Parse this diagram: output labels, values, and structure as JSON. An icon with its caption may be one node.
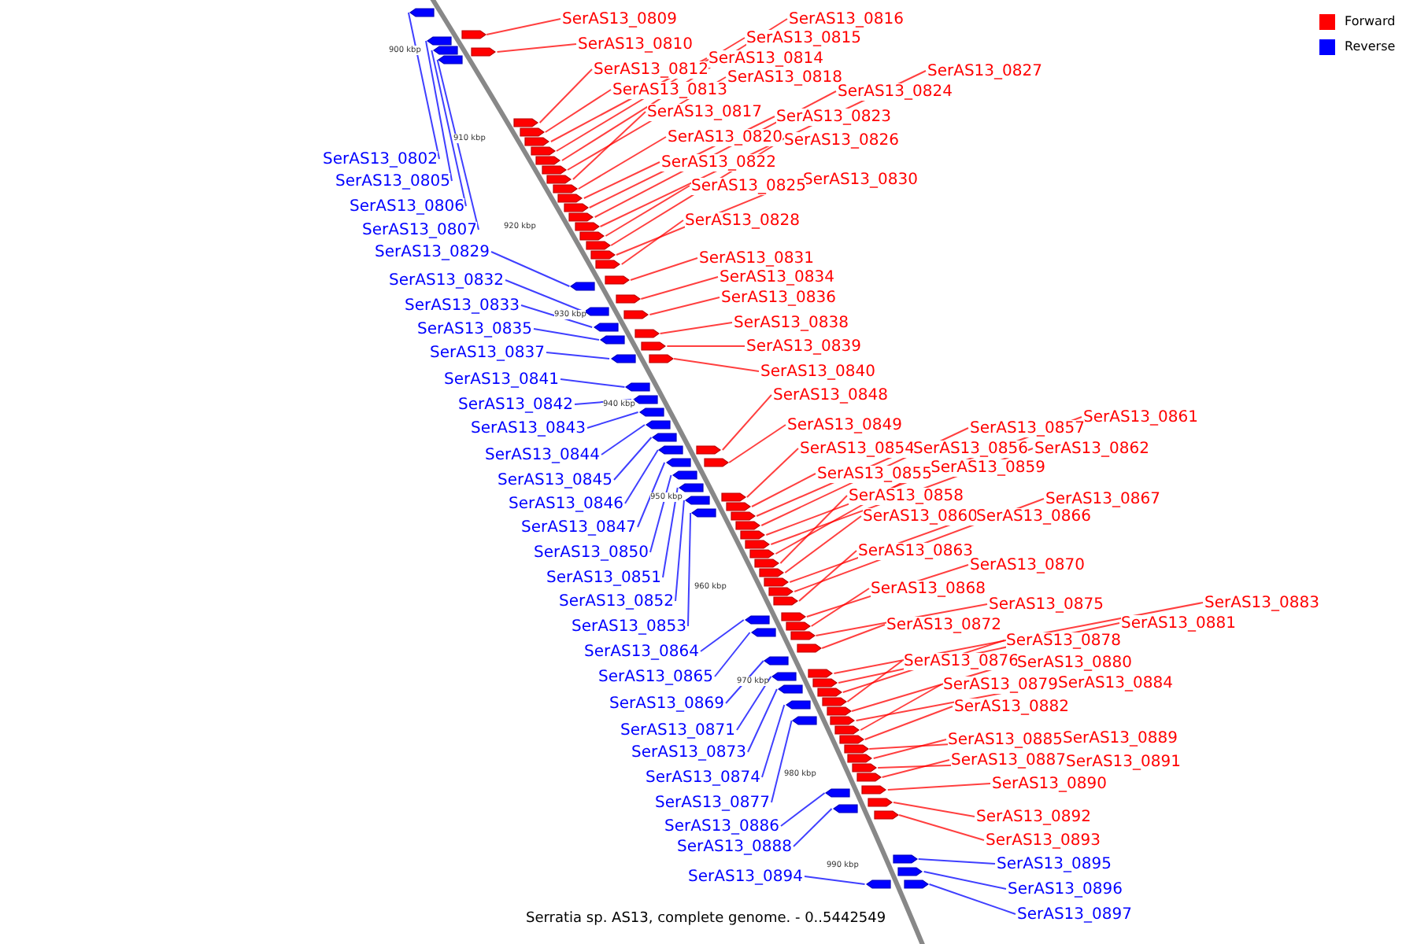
{
  "diagram": {
    "caption": "Serratia sp. AS13, complete genome. - 0..5442549",
    "nodes": [
      {
        "text": [
          "SerAS13_0809"
        ]
      },
      {
        "text": [
          "SerAS13_0816"
        ]
      },
      {
        "text": [
          "SerAS13_0815"
        ]
      },
      {
        "text": [
          "SerAS13_0810"
        ]
      },
      {
        "text": [
          "SerAS13_0814"
        ]
      },
      {
        "text": [
          "SerAS13_0812"
        ]
      },
      {
        "text": [
          "SerAS13_0827"
        ]
      },
      {
        "text": [
          "SerAS13_0818"
        ]
      },
      {
        "text": [
          "SerAS13_0813"
        ]
      },
      {
        "text": [
          "SerAS13_0824"
        ]
      },
      {
        "text": [
          "SerAS13_0817"
        ]
      },
      {
        "text": [
          "SerAS13_0823"
        ]
      },
      {
        "text": [
          "SerAS13_0820"
        ]
      },
      {
        "text": [
          "SerAS13_0826"
        ]
      },
      {
        "text": [
          "SerAS13_0802"
        ]
      },
      {
        "text": [
          "SerAS13_0822"
        ]
      },
      {
        "text": [
          "SerAS13_0830"
        ]
      },
      {
        "text": [
          "SerAS13_0805"
        ]
      },
      {
        "text": [
          "SerAS13_0825"
        ]
      },
      {
        "text": [
          "SerAS13_0806"
        ]
      },
      {
        "text": [
          "SerAS13_0828"
        ]
      },
      {
        "text": [
          "SerAS13_0807"
        ]
      },
      {
        "text": [
          "SerAS13_0829"
        ]
      },
      {
        "text": [
          "SerAS13_0831"
        ]
      },
      {
        "text": [
          "SerAS13_0834"
        ]
      },
      {
        "text": [
          "SerAS13_0832"
        ]
      },
      {
        "text": [
          "SerAS13_0836"
        ]
      },
      {
        "text": [
          "SerAS13_0833"
        ]
      },
      {
        "text": [
          "SerAS13_0838"
        ]
      },
      {
        "text": [
          "SerAS13_0835"
        ]
      },
      {
        "text": [
          "SerAS13_0839"
        ]
      },
      {
        "text": [
          "SerAS13_0837"
        ]
      },
      {
        "text": [
          "SerAS13_0840"
        ]
      },
      {
        "text": [
          "SerAS13_0841"
        ]
      },
      {
        "text": [
          "SerAS13_0848"
        ]
      },
      {
        "text": [
          "SerAS13_0842"
        ]
      },
      {
        "text": [
          "SerAS13_0861"
        ]
      },
      {
        "text": [
          "SerAS13_0849"
        ]
      },
      {
        "text": [
          "SerAS13_0843"
        ]
      },
      {
        "text": [
          "SerAS13_0857"
        ]
      },
      {
        "text": [
          "SerAS13_0854"
        ]
      },
      {
        "text": [
          "SerAS13_0856"
        ]
      },
      {
        "text": [
          "SerAS13_0862"
        ]
      },
      {
        "text": [
          "SerAS13_0844"
        ]
      },
      {
        "text": [
          "SerAS13_0859"
        ]
      },
      {
        "text": [
          "SerAS13_0855"
        ]
      },
      {
        "text": [
          "SerAS13_0845"
        ]
      },
      {
        "text": [
          "SerAS13_0858"
        ]
      },
      {
        "text": [
          "SerAS13_0867"
        ]
      },
      {
        "text": [
          "SerAS13_0846"
        ]
      },
      {
        "text": [
          "SerAS13_0860"
        ]
      },
      {
        "text": [
          "SerAS13_0866"
        ]
      },
      {
        "text": [
          "SerAS13_0847"
        ]
      },
      {
        "text": [
          "SerAS13_0863"
        ]
      },
      {
        "text": [
          "SerAS13_0850"
        ]
      },
      {
        "text": [
          "SerAS13_0870"
        ]
      },
      {
        "text": [
          "SerAS13_0851"
        ]
      },
      {
        "text": [
          "SerAS13_0868"
        ]
      },
      {
        "text": [
          "SerAS13_0852"
        ]
      },
      {
        "text": [
          "SerAS13_0883"
        ]
      },
      {
        "text": [
          "SerAS13_0875"
        ]
      },
      {
        "text": [
          "SerAS13_0881"
        ]
      },
      {
        "text": [
          "SerAS13_0872"
        ]
      },
      {
        "text": [
          "SerAS13_0853"
        ]
      },
      {
        "text": [
          "SerAS13_0878"
        ]
      },
      {
        "text": [
          "SerAS13_0864"
        ]
      },
      {
        "text": [
          "SerAS13_0876"
        ]
      },
      {
        "text": [
          "SerAS13_0880"
        ]
      },
      {
        "text": [
          "SerAS13_0865"
        ]
      },
      {
        "text": [
          "SerAS13_0884"
        ]
      },
      {
        "text": [
          "SerAS13_0879"
        ]
      },
      {
        "text": [
          "SerAS13_0869"
        ]
      },
      {
        "text": [
          "SerAS13_0882"
        ]
      },
      {
        "text": [
          "SerAS13_0871"
        ]
      },
      {
        "text": [
          "SerAS13_0889"
        ]
      },
      {
        "text": [
          "SerAS13_0885"
        ]
      },
      {
        "text": [
          "SerAS13_0873"
        ]
      },
      {
        "text": [
          "SerAS13_0887"
        ]
      },
      {
        "text": [
          "SerAS13_0891"
        ]
      },
      {
        "text": [
          "SerAS13_0874"
        ]
      },
      {
        "text": [
          "SerAS13_0890"
        ]
      },
      {
        "text": [
          "SerAS13_0877"
        ]
      },
      {
        "text": [
          "SerAS13_0892"
        ]
      },
      {
        "text": [
          "SerAS13_0886"
        ]
      },
      {
        "text": [
          "SerAS13_0893"
        ]
      },
      {
        "text": [
          "SerAS13_0888"
        ]
      },
      {
        "text": [
          "SerAS13_0895"
        ]
      },
      {
        "text": [
          "SerAS13_0894"
        ]
      },
      {
        "text": [
          "SerAS13_0896"
        ]
      },
      {
        "text": [
          "SerAS13_0897"
        ]
      },
      {
        "text": [],
        "shape": "pentagon"
      },
      {
        "text": [],
        "shape": "pentagon"
      },
      {
        "text": [],
        "shape": "pentagon"
      },
      {
        "text": [],
        "shape": "pentagon"
      },
      {
        "text": [],
        "shape": "pentagon"
      },
      {
        "text": [],
        "shape": "pentagon"
      },
      {
        "text": [],
        "shape": "pentagon"
      },
      {
        "text": [],
        "shape": "pentagon"
      },
      {
        "text": [],
        "shape": "pentagon"
      },
      {
        "text": [],
        "shape": "pentagon"
      },
      {
        "text": [],
        "shape": "pentagon"
      },
      {
        "text": [],
        "shape": "pentagon"
      },
      {
        "text": [],
        "shape": "pentagon"
      },
      {
        "text": [],
        "shape": "pentagon"
      },
      {
        "text": [],
        "shape": "pentagon"
      },
      {
        "text": [],
        "shape": "pentagon"
      },
      {
        "text": [],
        "shape": "pentagon"
      },
      {
        "text": [],
        "shape": "pentagon"
      },
      {
        "text": [],
        "shape": "pentagon"
      },
      {
        "text": [],
        "shape": "pentagon"
      },
      {
        "text": [],
        "shape": "pentagon"
      },
      {
        "text": [],
        "shape": "pentagon"
      },
      {
        "text": [],
        "shape": "pentagon"
      },
      {
        "text": [],
        "shape": "pentagon"
      },
      {
        "text": [],
        "shape": "pentagon"
      },
      {
        "text": [],
        "shape": "pentagon"
      },
      {
        "text": [],
        "shape": "pentagon"
      },
      {
        "text": [],
        "shape": "pentagon"
      },
      {
        "text": [],
        "shape": "pentagon"
      },
      {
        "text": [],
        "shape": "pentagon"
      },
      {
        "text": [],
        "shape": "pentagon"
      },
      {
        "text": [],
        "shape": "pentagon"
      },
      {
        "text": [],
        "shape": "pentagon"
      },
      {
        "text": [],
        "shape": "pentagon"
      },
      {
        "text": [],
        "shape": "pentagon"
      },
      {
        "text": [],
        "shape": "pentagon"
      },
      {
        "text": [],
        "shape": "pentagon"
      },
      {
        "text": [],
        "shape": "pentagon"
      },
      {
        "text": [],
        "shape": "pentagon"
      },
      {
        "text": [],
        "shape": "pentagon"
      },
      {
        "text": [],
        "shape": "pentagon"
      },
      {
        "text": [],
        "shape": "pentagon"
      },
      {
        "text": [],
        "shape": "pentagon"
      },
      {
        "text": [],
        "shape": "pentagon"
      },
      {
        "text": [],
        "shape": "pentagon"
      },
      {
        "text": [],
        "shape": "pentagon"
      },
      {
        "text": [],
        "shape": "pentagon"
      },
      {
        "text": [],
        "shape": "pentagon"
      },
      {
        "text": [],
        "shape": "pentagon"
      },
      {
        "text": [],
        "shape": "pentagon"
      },
      {
        "text": [],
        "shape": "pentagon"
      },
      {
        "text": [],
        "shape": "pentagon"
      },
      {
        "text": [],
        "shape": "pentagon"
      },
      {
        "text": [],
        "shape": "pentagon"
      },
      {
        "text": [],
        "shape": "pentagon"
      },
      {
        "text": [],
        "shape": "pentagon"
      },
      {
        "text": [],
        "shape": "pentagon"
      },
      {
        "text": [],
        "shape": "pentagon"
      },
      {
        "text": [],
        "shape": "pentagon"
      },
      {
        "text": [],
        "shape": "pentagon"
      },
      {
        "text": [],
        "shape": "pentagon"
      },
      {
        "text": [],
        "shape": "pentagon"
      },
      {
        "text": [],
        "shape": "pentagon"
      },
      {
        "text": [],
        "shape": "pentagon"
      },
      {
        "text": [],
        "shape": "pentagon"
      },
      {
        "text": [],
        "shape": "pentagon"
      },
      {
        "text": [],
        "shape": "pentagon"
      },
      {
        "text": [],
        "shape": "pentagon"
      },
      {
        "text": [],
        "shape": "pentagon"
      },
      {
        "text": [],
        "shape": "pentagon"
      },
      {
        "text": [],
        "shape": "pentagon"
      },
      {
        "text": [],
        "shape": "pentagon"
      },
      {
        "text": [],
        "shape": "pentagon"
      },
      {
        "text": [],
        "shape": "pentagon"
      },
      {
        "text": [],
        "shape": "pentagon"
      },
      {
        "text": [],
        "shape": "pentagon"
      },
      {
        "text": [],
        "shape": "pentagon"
      },
      {
        "text": [],
        "shape": "pentagon"
      },
      {
        "text": [],
        "shape": "pentagon"
      },
      {
        "text": [],
        "shape": "pentagon"
      },
      {
        "text": [],
        "shape": "pentagon"
      },
      {
        "text": [],
        "shape": "pentagon"
      },
      {
        "text": [],
        "shape": "pentagon"
      },
      {
        "text": [],
        "shape": "pentagon"
      },
      {
        "text": [],
        "shape": "pentagon"
      },
      {
        "text": [],
        "shape": "pentagon"
      },
      {
        "text": [],
        "shape": "pentagon"
      },
      {
        "text": [],
        "shape": "pentagon"
      },
      {
        "text": [],
        "shape": "pentagon"
      },
      {
        "text": [],
        "shape": "pentagon"
      }
    ],
    "edges": [
      {
        "from": 0,
        "to": 91,
        "arrow": "none"
      },
      {
        "from": 1,
        "to": 100,
        "arrow": "none"
      },
      {
        "from": 2,
        "to": 99,
        "arrow": "none"
      },
      {
        "from": 3,
        "to": 94,
        "arrow": "none"
      },
      {
        "from": 4,
        "to": 98,
        "arrow": "none"
      },
      {
        "from": 5,
        "to": 96,
        "arrow": "none"
      },
      {
        "from": 6,
        "to": 107,
        "arrow": "none"
      },
      {
        "from": 7,
        "to": 101,
        "arrow": "none"
      },
      {
        "from": 8,
        "to": 97,
        "arrow": "none"
      },
      {
        "from": 9,
        "to": 106,
        "arrow": "none"
      },
      {
        "from": 10,
        "to": 102,
        "arrow": "none"
      },
      {
        "from": 11,
        "to": 105,
        "arrow": "none"
      },
      {
        "from": 12,
        "to": 103,
        "arrow": "none"
      },
      {
        "from": 13,
        "to": 109,
        "arrow": "none"
      },
      {
        "from": 14,
        "to": 90,
        "arrow": "none",
        "color": "#0000ff"
      },
      {
        "from": 15,
        "to": 104,
        "arrow": "none"
      },
      {
        "from": 16,
        "to": 110,
        "arrow": "none"
      },
      {
        "from": 17,
        "to": 92,
        "arrow": "none",
        "color": "#0000ff"
      },
      {
        "from": 18,
        "to": 108,
        "arrow": "none"
      },
      {
        "from": 19,
        "to": 93,
        "arrow": "none",
        "color": "#0000ff"
      },
      {
        "from": 20,
        "to": 111,
        "arrow": "none"
      },
      {
        "from": 21,
        "to": 95,
        "arrow": "none",
        "color": "#0000ff"
      },
      {
        "from": 22,
        "to": 113,
        "arrow": "none",
        "color": "#0000ff"
      },
      {
        "from": 23,
        "to": 112,
        "arrow": "none"
      },
      {
        "from": 24,
        "to": 114,
        "arrow": "none"
      },
      {
        "from": 25,
        "to": 115,
        "arrow": "none",
        "color": "#0000ff"
      },
      {
        "from": 26,
        "to": 116,
        "arrow": "none"
      },
      {
        "from": 27,
        "to": 117,
        "arrow": "none",
        "color": "#0000ff"
      },
      {
        "from": 28,
        "to": 118,
        "arrow": "none"
      },
      {
        "from": 29,
        "to": 119,
        "arrow": "none",
        "color": "#0000ff"
      },
      {
        "from": 30,
        "to": 120,
        "arrow": "none"
      },
      {
        "from": 31,
        "to": 121,
        "arrow": "none",
        "color": "#0000ff"
      },
      {
        "from": 32,
        "to": 122,
        "arrow": "none"
      },
      {
        "from": 33,
        "to": 123,
        "arrow": "none",
        "color": "#0000ff"
      },
      {
        "from": 34,
        "to": 128,
        "arrow": "none"
      },
      {
        "from": 35,
        "to": 124,
        "arrow": "none",
        "color": "#0000ff"
      },
      {
        "from": 36,
        "to": 140,
        "arrow": "none"
      },
      {
        "from": 37,
        "to": 130,
        "arrow": "none"
      },
      {
        "from": 38,
        "to": 125,
        "arrow": "none",
        "color": "#0000ff"
      },
      {
        "from": 39,
        "to": 139,
        "arrow": "none"
      },
      {
        "from": 40,
        "to": 134,
        "arrow": "none"
      },
      {
        "from": 41,
        "to": 138,
        "arrow": "none"
      },
      {
        "from": 42,
        "to": 141,
        "arrow": "none"
      },
      {
        "from": 43,
        "to": 126,
        "arrow": "none",
        "color": "#0000ff"
      },
      {
        "from": 44,
        "to": 142,
        "arrow": "none"
      },
      {
        "from": 45,
        "to": 136,
        "arrow": "none"
      },
      {
        "from": 46,
        "to": 127,
        "arrow": "none",
        "color": "#0000ff"
      },
      {
        "from": 47,
        "to": 143,
        "arrow": "none"
      },
      {
        "from": 48,
        "to": 146,
        "arrow": "none"
      },
      {
        "from": 49,
        "to": 129,
        "arrow": "none",
        "color": "#0000ff"
      },
      {
        "from": 50,
        "to": 144,
        "arrow": "none"
      },
      {
        "from": 51,
        "to": 145,
        "arrow": "none"
      },
      {
        "from": 52,
        "to": 131,
        "arrow": "none",
        "color": "#0000ff"
      },
      {
        "from": 53,
        "to": 147,
        "arrow": "none"
      },
      {
        "from": 54,
        "to": 132,
        "arrow": "none",
        "color": "#0000ff"
      },
      {
        "from": 55,
        "to": 148,
        "arrow": "none"
      },
      {
        "from": 56,
        "to": 133,
        "arrow": "none",
        "color": "#0000ff"
      },
      {
        "from": 57,
        "to": 150,
        "arrow": "none"
      },
      {
        "from": 58,
        "to": 135,
        "arrow": "none",
        "color": "#0000ff"
      },
      {
        "from": 59,
        "to": 155,
        "arrow": "none"
      },
      {
        "from": 60,
        "to": 152,
        "arrow": "none"
      },
      {
        "from": 61,
        "to": 157,
        "arrow": "none"
      },
      {
        "from": 62,
        "to": 153,
        "arrow": "none"
      },
      {
        "from": 63,
        "to": 137,
        "arrow": "none",
        "color": "#0000ff"
      },
      {
        "from": 64,
        "to": 159,
        "arrow": "none"
      },
      {
        "from": 65,
        "to": 149,
        "arrow": "none",
        "color": "#0000ff"
      },
      {
        "from": 66,
        "to": 160,
        "arrow": "none"
      },
      {
        "from": 67,
        "to": 162,
        "arrow": "none"
      },
      {
        "from": 68,
        "to": 151,
        "arrow": "none",
        "color": "#0000ff"
      },
      {
        "from": 69,
        "to": 163,
        "arrow": "none"
      },
      {
        "from": 70,
        "to": 165,
        "arrow": "none"
      },
      {
        "from": 71,
        "to": 154,
        "arrow": "none",
        "color": "#0000ff"
      },
      {
        "from": 72,
        "to": 166,
        "arrow": "none"
      },
      {
        "from": 73,
        "to": 156,
        "arrow": "none",
        "color": "#0000ff"
      },
      {
        "from": 74,
        "to": 167,
        "arrow": "none"
      },
      {
        "from": 75,
        "to": 168,
        "arrow": "none"
      },
      {
        "from": 76,
        "to": 158,
        "arrow": "none",
        "color": "#0000ff"
      },
      {
        "from": 77,
        "to": 170,
        "arrow": "none"
      },
      {
        "from": 78,
        "to": 169,
        "arrow": "none"
      },
      {
        "from": 79,
        "to": 161,
        "arrow": "none",
        "color": "#0000ff"
      },
      {
        "from": 80,
        "to": 171,
        "arrow": "none"
      },
      {
        "from": 81,
        "to": 164,
        "arrow": "none",
        "color": "#0000ff"
      },
      {
        "from": 82,
        "to": 173,
        "arrow": "none"
      },
      {
        "from": 83,
        "to": 172,
        "arrow": "none",
        "color": "#0000ff"
      },
      {
        "from": 84,
        "to": 175,
        "arrow": "none"
      },
      {
        "from": 85,
        "to": 174,
        "arrow": "none",
        "color": "#0000ff"
      },
      {
        "from": 86,
        "to": 176,
        "arrow": "none",
        "color": "#0000ff"
      },
      {
        "from": 87,
        "to": 178,
        "arrow": "none",
        "color": "#0000ff"
      },
      {
        "from": 88,
        "to": 177,
        "arrow": "none",
        "color": "#0000ff"
      },
      {
        "from": 89,
        "to": 179,
        "arrow": "none",
        "color": "#0000ff"
      }
    ],
    "labels": [
      "900 kbp",
      "910 kbp",
      "920 kbp",
      "930 kbp",
      "940 kbp",
      "950 kbp",
      "960 kbp",
      "970 kbp",
      "980 kbp",
      "990 kbp"
    ],
    "legend": [
      {
        "text": "Forward",
        "color": "#ff0000"
      },
      {
        "text": "Reverse",
        "color": "#0000ff"
      }
    ]
  }
}
